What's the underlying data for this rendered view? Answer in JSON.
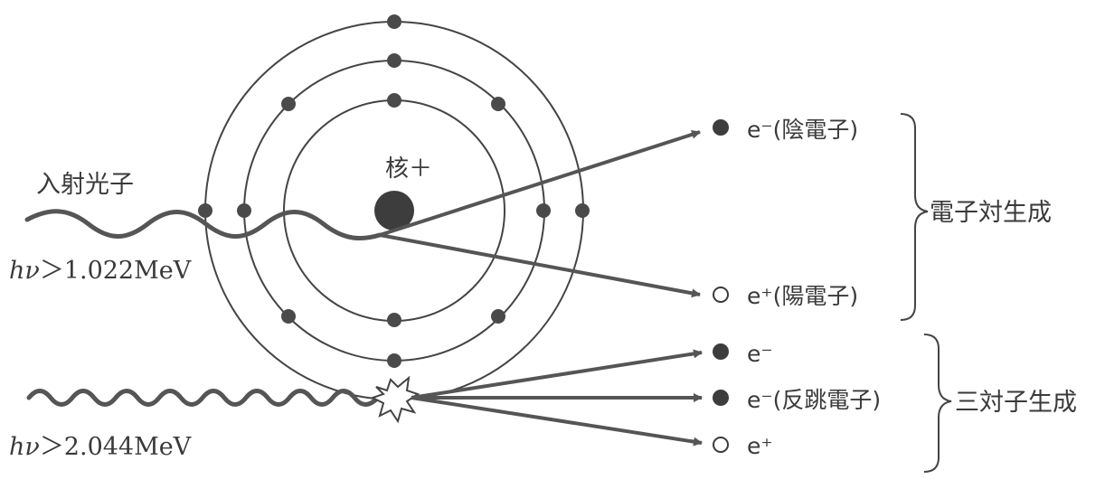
{
  "nucleus_label": "核＋",
  "incident_photon_label": "入射光子",
  "photon1_energy": {
    "symbol": "hν",
    "condition": "＞1.022MeV"
  },
  "photon2_energy": {
    "symbol": "hν",
    "condition": "＞2.044MeV"
  },
  "pair_production": {
    "electron_label": "e⁻(陰電子)",
    "positron_label": "e⁺(陽電子)",
    "group_label": "電子対生成"
  },
  "triplet_production": {
    "electron_label": "e⁻",
    "recoil_electron_label": "e⁻(反跳電子)",
    "positron_label": "e⁺",
    "group_label": "三対子生成"
  },
  "colors": {
    "ink": "#3a3a3a",
    "electron_fill": "#4a4a4a",
    "nucleus_fill": "#3d3d3d",
    "positron_fill": "#ffffff"
  }
}
